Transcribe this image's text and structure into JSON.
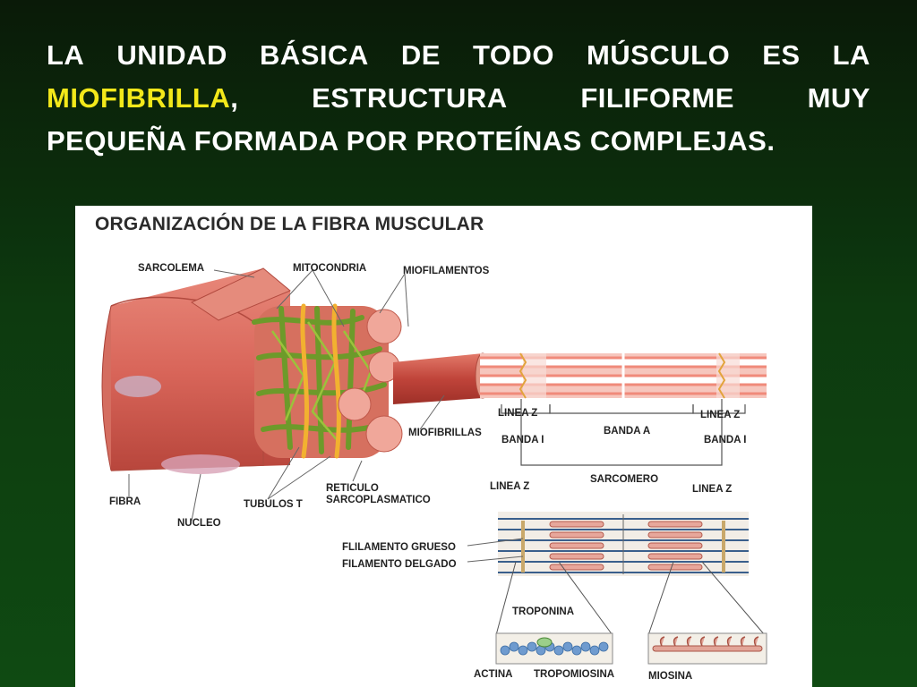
{
  "heading": {
    "line1": [
      "LA",
      "UNIDAD",
      "BÁSICA",
      "DE",
      "TODO",
      "MÚSCULO",
      "ES",
      "LA"
    ],
    "line2_highlight": "MIOFIBRILLA",
    "line2_rest": [
      ",",
      "ESTRUCTURA",
      "FILIFORME",
      "MUY"
    ],
    "line3": "PEQUEÑA FORMADA POR PROTEÍNAS COMPLEJAS.",
    "highlight_color": "#f3e81a"
  },
  "diagram": {
    "title": "ORGANIZACIÓN DE LA FIBRA MUSCULAR",
    "labels": {
      "sarcolema": "SARCOLEMA",
      "mitocondria": "MITOCONDRIA",
      "miofilamentos": "MIOFILAMENTOS",
      "miofibrillas": "MIOFIBRILLAS",
      "fibra": "FIBRA",
      "nucleo": "NUCLEO",
      "tubulos_t": "TUBULOS T",
      "reticulo_1": "RETICULO",
      "reticulo_2": "SARCOPLASMATICO",
      "linea_z_left": "LINEA Z",
      "linea_z_right": "LINEA Z",
      "banda_a": "BANDA A",
      "banda_i_left": "BANDA I",
      "banda_i_right": "BANDA I",
      "sarcomero": "SARCOMERO",
      "linea_z_left_2": "LINEA Z",
      "linea_z_right_2": "LINEA Z",
      "filamento_grueso": "FLILAMENTO GRUESO",
      "filamento_delgado": "FILAMENTO DELGADO",
      "troponina": "TROPONINA",
      "actina": "ACTINA",
      "tropomiosina": "TROPOMIOSINA",
      "miosina": "MIOSINA"
    }
  }
}
